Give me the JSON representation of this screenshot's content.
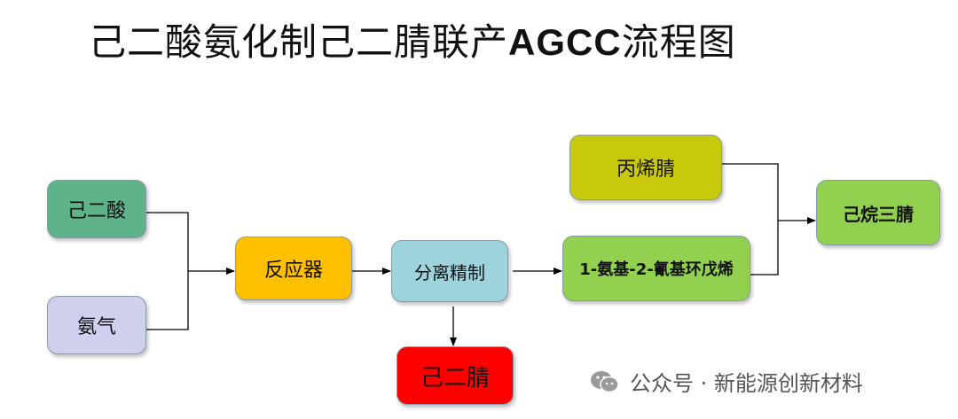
{
  "title": {
    "cjk": "己二酸氨化制己二腈联产",
    "latin": "AGCC",
    "tail": "流程图"
  },
  "nodes": {
    "adipic_acid": "己二酸",
    "ammonia": "氨气",
    "reactor": "反应器",
    "separation": "分离精制",
    "adiponitrile": "己二腈",
    "intermediate": "1-氨基-2-氰基环戊烯",
    "acrylonitrile": "丙烯腈",
    "hexane_tricarbonitrile": "己烷三腈"
  },
  "edges": [
    {
      "from": "adipic_acid",
      "to": "reactor"
    },
    {
      "from": "ammonia",
      "to": "reactor"
    },
    {
      "from": "reactor",
      "to": "separation"
    },
    {
      "from": "separation",
      "to": "adiponitrile"
    },
    {
      "from": "separation",
      "to": "intermediate"
    },
    {
      "from": "intermediate",
      "to": "hexane_tricarbonitrile"
    },
    {
      "from": "acrylonitrile",
      "to": "hexane_tricarbonitrile"
    }
  ],
  "colors": {
    "adipic_acid": "#5fb38a",
    "ammonia": "#cfcfee",
    "reactor": "#ffc000",
    "separation": "#9dd3dc",
    "adiponitrile": "#ff0000",
    "intermediate": "#92d050",
    "acrylonitrile": "#c9c90b",
    "hexane_tricarbonitrile": "#92d050"
  },
  "watermark": {
    "icon": "wechat-icon",
    "text": "公众号 · 新能源创新材料"
  }
}
